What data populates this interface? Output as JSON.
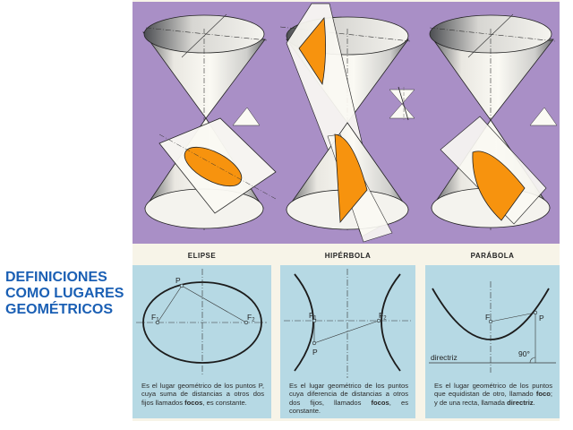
{
  "side_title": {
    "lines": [
      "DEFINICIONES",
      "COMO LUGARES",
      "GEOMÉTRICOS"
    ],
    "color": "#1a5fb4"
  },
  "illustration": {
    "background_color": "#a98fc6",
    "section_color": "#f7930e",
    "cones": [
      {
        "name": "elipse-cone",
        "section": "ellipse"
      },
      {
        "name": "hiperbola-cone",
        "section": "hyperbola"
      },
      {
        "name": "parabola-cone",
        "section": "parabola"
      }
    ]
  },
  "panels": [
    {
      "title": "ELIPSE",
      "labels": {
        "p": "P",
        "f1": "F",
        "f1_sub": "1",
        "f2": "F",
        "f2_sub": "2"
      },
      "text_parts": [
        "Es el lugar geométrico de los puntos P, cuya suma de distancias a otros dos fijos llamados ",
        "focos",
        ", es constante."
      ]
    },
    {
      "title": "HIPÉRBOLA",
      "labels": {
        "p": "P",
        "f1": "F",
        "f1_sub": "1",
        "f2": "F",
        "f2_sub": "2"
      },
      "text_parts": [
        "Es el lugar geométrico de los puntos cuya diferencia de distancias a otros dos fijos, llamados ",
        "focos",
        ", es constante."
      ]
    },
    {
      "title": "PARÁBOLA",
      "labels": {
        "p": "P",
        "f": "F",
        "directriz": "directriz",
        "angle": "90°"
      },
      "text_parts": [
        "Es el lugar geométrico de los puntos que equidistan de otro, llamado ",
        "foco",
        "; y de una recta, llamada ",
        "directriz",
        "."
      ]
    }
  ],
  "colors": {
    "panel_bg": "#b6d9e4",
    "plate_bg": "#f7f4e8",
    "curve": "#1c1c1c"
  }
}
